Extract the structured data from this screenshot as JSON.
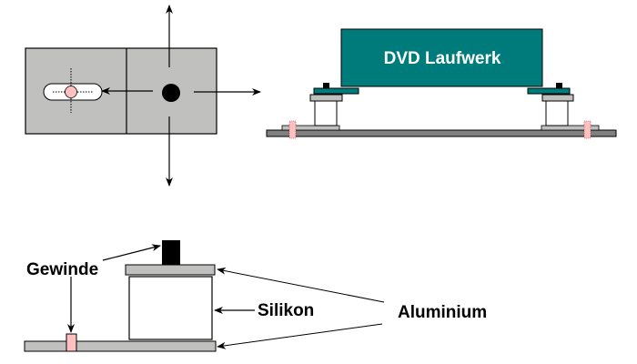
{
  "colors": {
    "aluminium": "#c0c1bf",
    "base_plate": "#808080",
    "dvd_body": "#007b7b",
    "pin": "#ffc0c0",
    "outline": "#000000",
    "background": "#ffffff"
  },
  "top_right": {
    "dvd_label": "DVD Laufwerk"
  },
  "bottom": {
    "labels": {
      "gewinde": "Gewinde",
      "silikon": "Silikon",
      "aluminium": "Aluminium"
    }
  }
}
